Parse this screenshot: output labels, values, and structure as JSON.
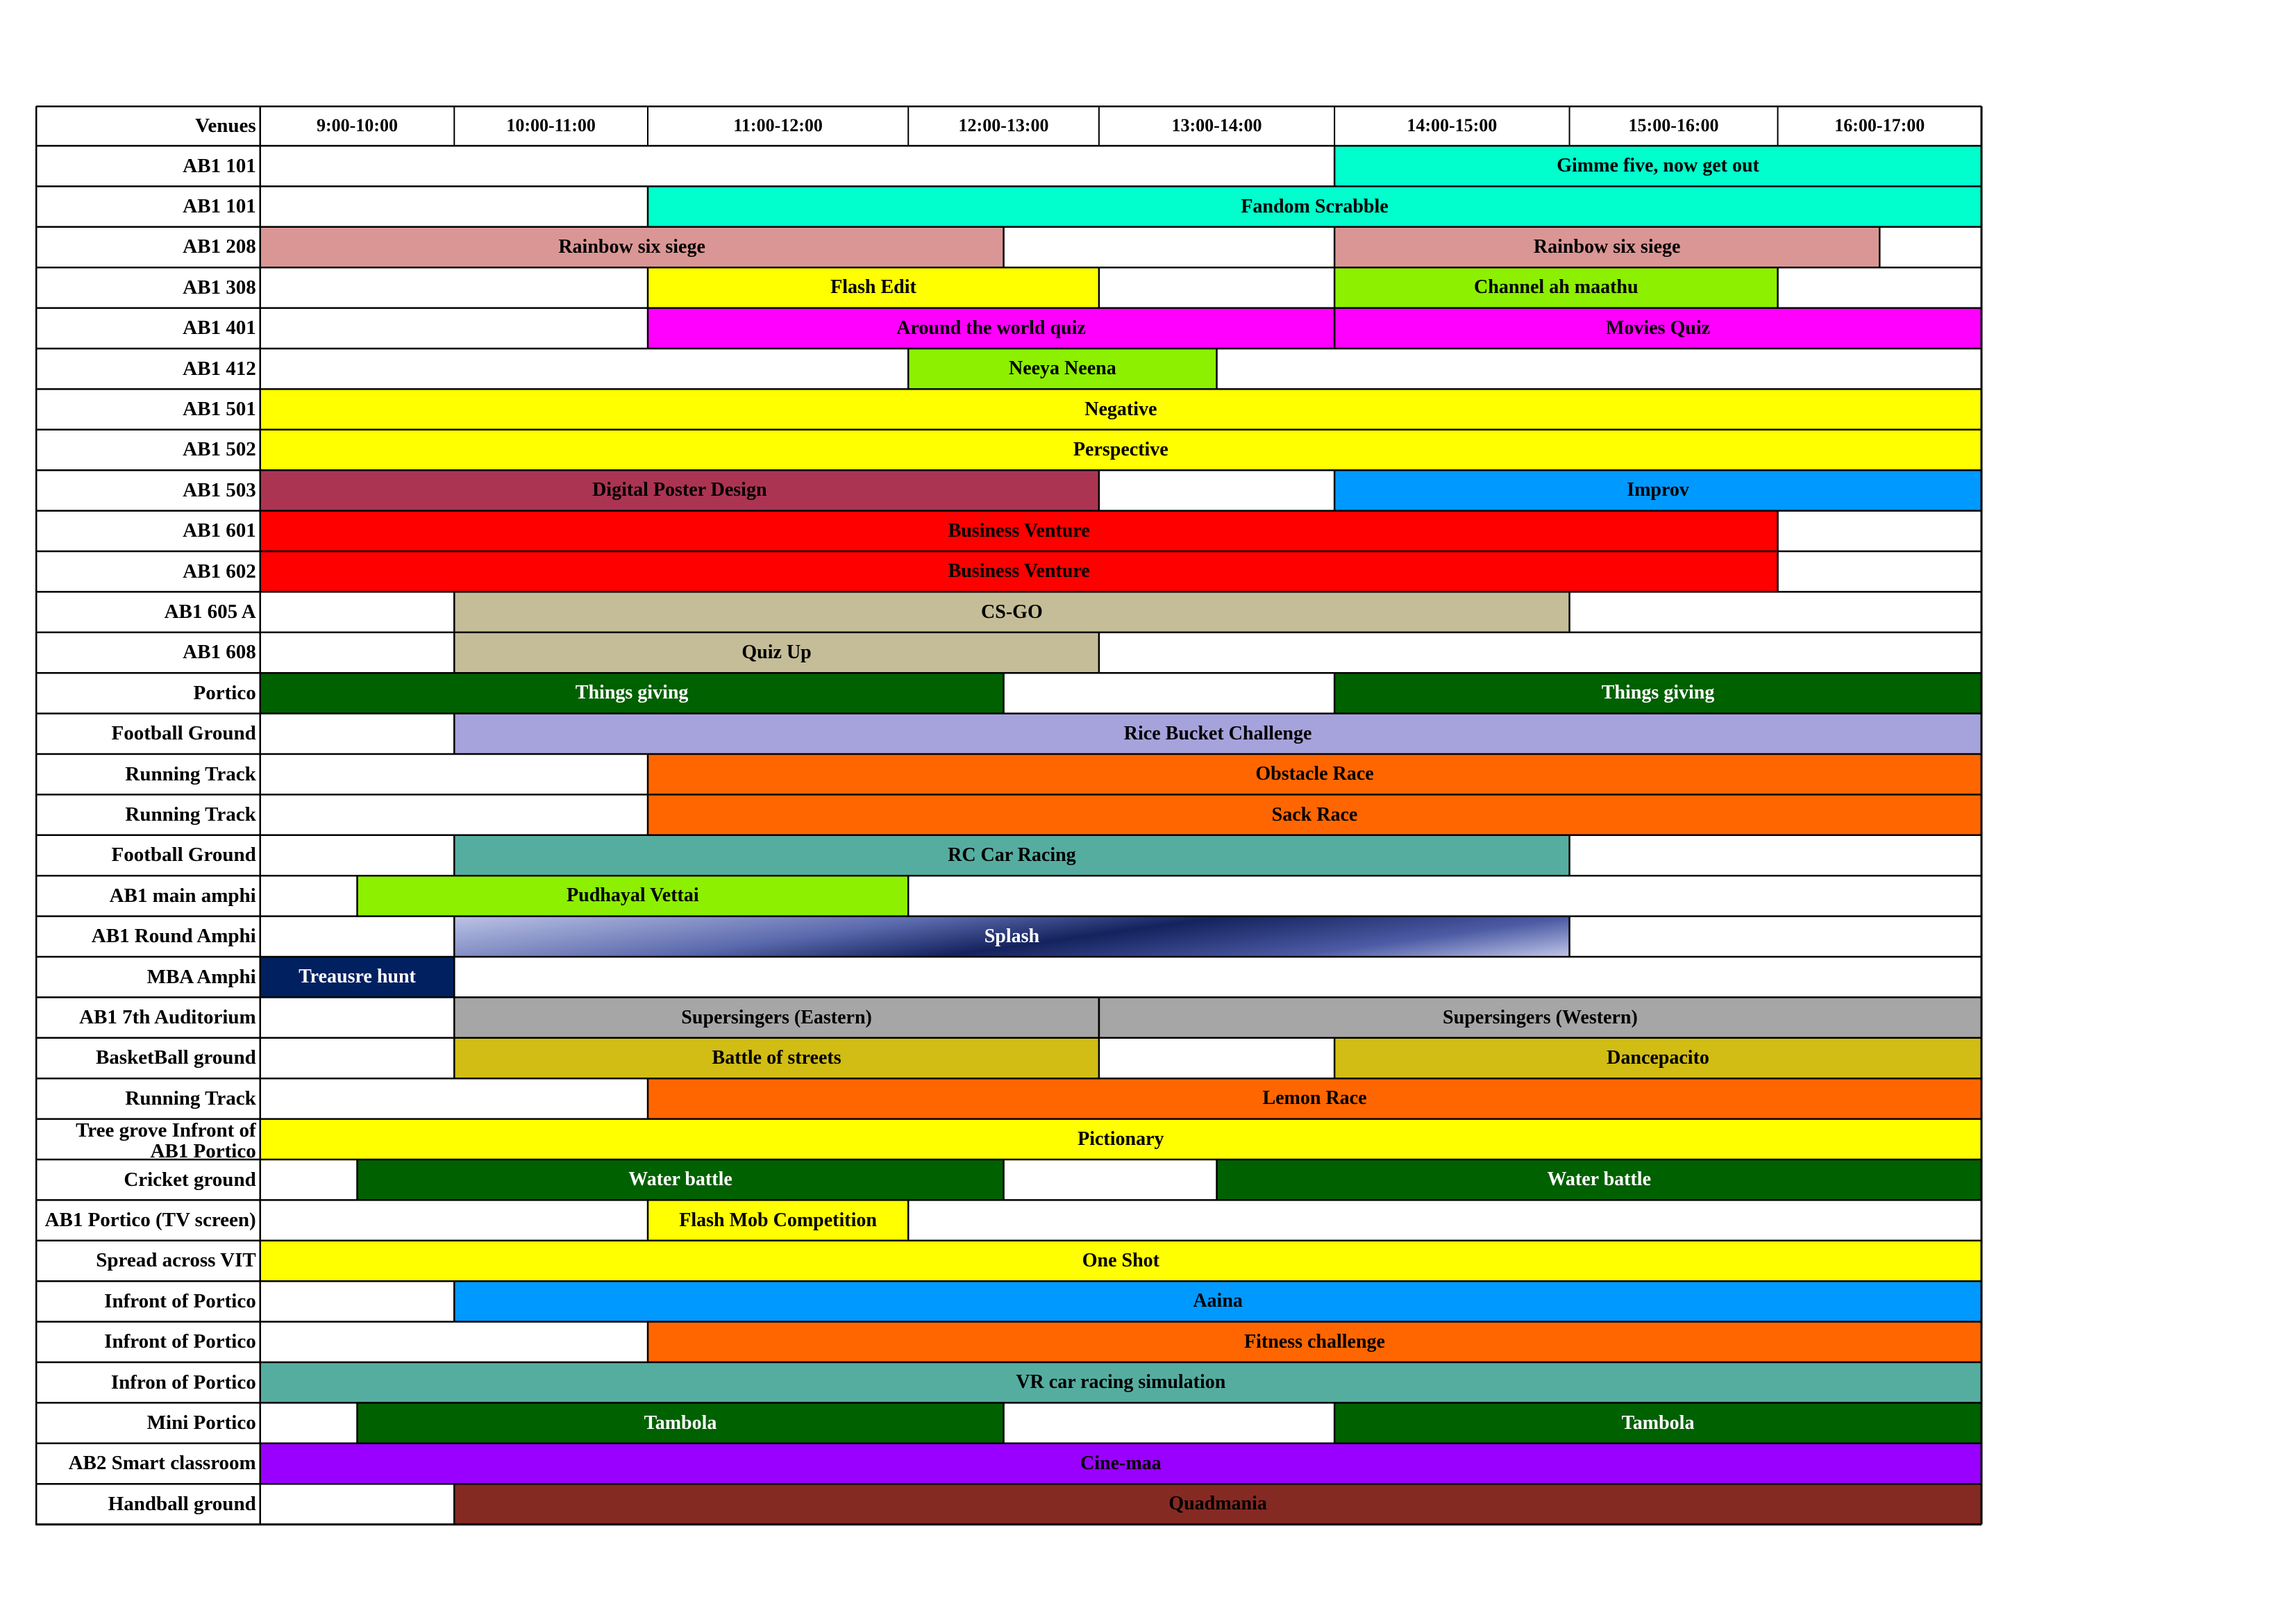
{
  "header": {
    "venues_label": "Venues",
    "time_slots": [
      "9:00-10:00",
      "10:00-11:00",
      "11:00-12:00",
      "12:00-13:00",
      "13:00-14:00",
      "14:00-15:00",
      "15:00-16:00",
      "16:00-17:00"
    ]
  },
  "colors": {
    "turquoise": "#00ffcc",
    "rose": "#da9694",
    "yellow": "#ffff00",
    "lime": "#8cf000",
    "magenta": "#ff00ff",
    "maroon": "#ab3452",
    "blue": "#0099ff",
    "red": "#ff0000",
    "tan": "#c4bd97",
    "dark_green": "#006100",
    "lavender": "#a6a2dc",
    "orange": "#ff6600",
    "teal": "#55ada0",
    "navy": "#002060",
    "grey": "#a6a6a6",
    "olive_gold": "#d1bd13",
    "purple": "#9900ff",
    "brown": "#852a22"
  },
  "rows": [
    {
      "venue": "AB1 101",
      "events": [
        {
          "name": "Gimme five, now get out",
          "start": "14:00",
          "end": "17:00",
          "color": "#00ffcc",
          "text_color": "#000000"
        }
      ]
    },
    {
      "venue": "AB1 101",
      "events": [
        {
          "name": "Fandom Scrabble",
          "start": "11:00",
          "end": "17:00",
          "color": "#00ffcc",
          "text_color": "#000000"
        }
      ]
    },
    {
      "venue": "AB1 208",
      "events": [
        {
          "name": "Rainbow six siege",
          "start": "9:00",
          "end": "12:30",
          "color": "#da9694",
          "text_color": "#000000"
        },
        {
          "name": "Rainbow six siege",
          "start": "14:00",
          "end": "16:30",
          "color": "#da9694",
          "text_color": "#000000"
        }
      ]
    },
    {
      "venue": "AB1 308",
      "events": [
        {
          "name": "Flash Edit",
          "start": "11:00",
          "end": "13:00",
          "color": "#ffff00",
          "text_color": "#000000"
        },
        {
          "name": "Channel ah maathu",
          "start": "14:00",
          "end": "16:00",
          "color": "#8cf000",
          "text_color": "#000000"
        }
      ]
    },
    {
      "venue": "AB1 401",
      "events": [
        {
          "name": "Around the world quiz",
          "start": "11:00",
          "end": "14:00",
          "color": "#ff00ff",
          "text_color": "#000000"
        },
        {
          "name": "Movies Quiz",
          "start": "14:00",
          "end": "17:00",
          "color": "#ff00ff",
          "text_color": "#000000"
        }
      ]
    },
    {
      "venue": "AB1 412",
      "events": [
        {
          "name": "Neeya Neena",
          "start": "12:00",
          "end": "13:30",
          "color": "#8cf000",
          "text_color": "#000000"
        }
      ]
    },
    {
      "venue": "AB1 501",
      "events": [
        {
          "name": "Negative",
          "start": "9:00",
          "end": "17:00",
          "color": "#ffff00",
          "text_color": "#000000"
        }
      ]
    },
    {
      "venue": "AB1 502",
      "events": [
        {
          "name": "Perspective",
          "start": "9:00",
          "end": "17:00",
          "color": "#ffff00",
          "text_color": "#000000"
        }
      ]
    },
    {
      "venue": "AB1 503",
      "events": [
        {
          "name": "Digital Poster Design",
          "start": "9:00",
          "end": "13:00",
          "color": "#ab3452",
          "text_color": "#000000"
        },
        {
          "name": "Improv",
          "start": "14:00",
          "end": "17:00",
          "color": "#0099ff",
          "text_color": "#000000"
        }
      ]
    },
    {
      "venue": "AB1 601",
      "events": [
        {
          "name": "Business Venture",
          "start": "9:00",
          "end": "16:00",
          "color": "#ff0000",
          "text_color": "#000000"
        }
      ]
    },
    {
      "venue": "AB1 602",
      "events": [
        {
          "name": "Business Venture",
          "start": "9:00",
          "end": "16:00",
          "color": "#ff0000",
          "text_color": "#000000"
        }
      ]
    },
    {
      "venue": "AB1 605 A",
      "events": [
        {
          "name": "CS-GO",
          "start": "10:00",
          "end": "15:00",
          "color": "#c4bd97",
          "text_color": "#000000"
        }
      ]
    },
    {
      "venue": "AB1 608",
      "events": [
        {
          "name": "Quiz Up",
          "start": "10:00",
          "end": "13:00",
          "color": "#c4bd97",
          "text_color": "#000000"
        }
      ]
    },
    {
      "venue": "Portico",
      "events": [
        {
          "name": "Things giving",
          "start": "9:00",
          "end": "12:30",
          "color": "#006100",
          "text_color": "#ffffff"
        },
        {
          "name": "Things giving",
          "start": "14:00",
          "end": "17:00",
          "color": "#006100",
          "text_color": "#ffffff"
        }
      ]
    },
    {
      "venue": "Football Ground",
      "events": [
        {
          "name": "Rice Bucket Challenge",
          "start": "10:00",
          "end": "17:00",
          "color": "#a6a2dc",
          "text_color": "#000000"
        }
      ]
    },
    {
      "venue": "Running Track",
      "events": [
        {
          "name": "Obstacle Race",
          "start": "11:00",
          "end": "17:00",
          "color": "#ff6600",
          "text_color": "#000000"
        }
      ]
    },
    {
      "venue": "Running Track",
      "events": [
        {
          "name": "Sack Race",
          "start": "11:00",
          "end": "17:00",
          "color": "#ff6600",
          "text_color": "#000000"
        }
      ]
    },
    {
      "venue": "Football Ground",
      "events": [
        {
          "name": "RC Car Racing",
          "start": "10:00",
          "end": "15:00",
          "color": "#55ada0",
          "text_color": "#000000"
        }
      ]
    },
    {
      "venue": "AB1 main amphi",
      "events": [
        {
          "name": "Pudhayal Vettai",
          "start": "9:30",
          "end": "12:00",
          "color": "#8cf000",
          "text_color": "#000000"
        }
      ]
    },
    {
      "venue": "AB1 Round Amphi",
      "events": [
        {
          "name": "Splash",
          "start": "10:00",
          "end": "15:00",
          "color": "#1f2f78",
          "text_color": "#ffffff",
          "gradient": "linear-gradient(172deg, #bcc3e6 0%, #5b6aad 35%, #14225e 55%, #4c5ba4 80%, #c0c6e8 100%)"
        }
      ]
    },
    {
      "venue": "MBA Amphi",
      "events": [
        {
          "name": "Treausre hunt",
          "start": "9:00",
          "end": "10:00",
          "color": "#002060",
          "text_color": "#ffffff"
        }
      ]
    },
    {
      "venue": "AB1 7th Auditorium",
      "events": [
        {
          "name": "Supersingers (Eastern)",
          "start": "10:00",
          "end": "13:00",
          "color": "#a6a6a6",
          "text_color": "#000000"
        },
        {
          "name": "Supersingers (Western)",
          "start": "13:00",
          "end": "17:00",
          "color": "#a6a6a6",
          "text_color": "#000000"
        }
      ]
    },
    {
      "venue": "BasketBall ground",
      "events": [
        {
          "name": "Battle of streets",
          "start": "10:00",
          "end": "13:00",
          "color": "#d1bd13",
          "text_color": "#000000"
        },
        {
          "name": "Dancepacito",
          "start": "14:00",
          "end": "17:00",
          "color": "#d1bd13",
          "text_color": "#000000"
        }
      ]
    },
    {
      "venue": "Running Track",
      "events": [
        {
          "name": "Lemon Race",
          "start": "11:00",
          "end": "17:00",
          "color": "#ff6600",
          "text_color": "#000000"
        }
      ]
    },
    {
      "venue": "Tree grove Infront of AB1 Portico",
      "wrap": true,
      "events": [
        {
          "name": "Pictionary",
          "start": "9:00",
          "end": "17:00",
          "color": "#ffff00",
          "text_color": "#000000"
        }
      ]
    },
    {
      "venue": "Cricket ground",
      "events": [
        {
          "name": "Water battle",
          "start": "9:30",
          "end": "12:30",
          "color": "#006100",
          "text_color": "#ffffff"
        },
        {
          "name": "Water battle",
          "start": "13:30",
          "end": "17:00",
          "color": "#006100",
          "text_color": "#ffffff"
        }
      ]
    },
    {
      "venue": "AB1 Portico (TV screen)",
      "events": [
        {
          "name": "Flash Mob Competition",
          "start": "11:00",
          "end": "12:00",
          "color": "#ffff00",
          "text_color": "#000000"
        }
      ]
    },
    {
      "venue": "Spread across VIT",
      "events": [
        {
          "name": "One Shot",
          "start": "9:00",
          "end": "17:00",
          "color": "#ffff00",
          "text_color": "#000000"
        }
      ]
    },
    {
      "venue": "Infront of Portico",
      "events": [
        {
          "name": "Aaina",
          "start": "10:00",
          "end": "17:00",
          "color": "#0099ff",
          "text_color": "#000000"
        }
      ]
    },
    {
      "venue": "Infront of Portico",
      "events": [
        {
          "name": "Fitness challenge",
          "start": "11:00",
          "end": "17:00",
          "color": "#ff6600",
          "text_color": "#000000"
        }
      ]
    },
    {
      "venue": "Infron of Portico",
      "events": [
        {
          "name": "VR car racing simulation",
          "start": "9:00",
          "end": "17:00",
          "color": "#55ada0",
          "text_color": "#000000"
        }
      ]
    },
    {
      "venue": "Mini Portico",
      "events": [
        {
          "name": "Tambola",
          "start": "9:30",
          "end": "12:30",
          "color": "#006100",
          "text_color": "#ffffff"
        },
        {
          "name": "Tambola",
          "start": "14:00",
          "end": "17:00",
          "color": "#006100",
          "text_color": "#ffffff"
        }
      ]
    },
    {
      "venue": "AB2 Smart classroom",
      "events": [
        {
          "name": "Cine-maa",
          "start": "9:00",
          "end": "17:00",
          "color": "#9900ff",
          "text_color": "#000000"
        }
      ]
    },
    {
      "venue": "Handball ground",
      "events": [
        {
          "name": "Quadmania",
          "start": "10:00",
          "end": "17:00",
          "color": "#852a22",
          "text_color": "#000000"
        }
      ]
    }
  ]
}
